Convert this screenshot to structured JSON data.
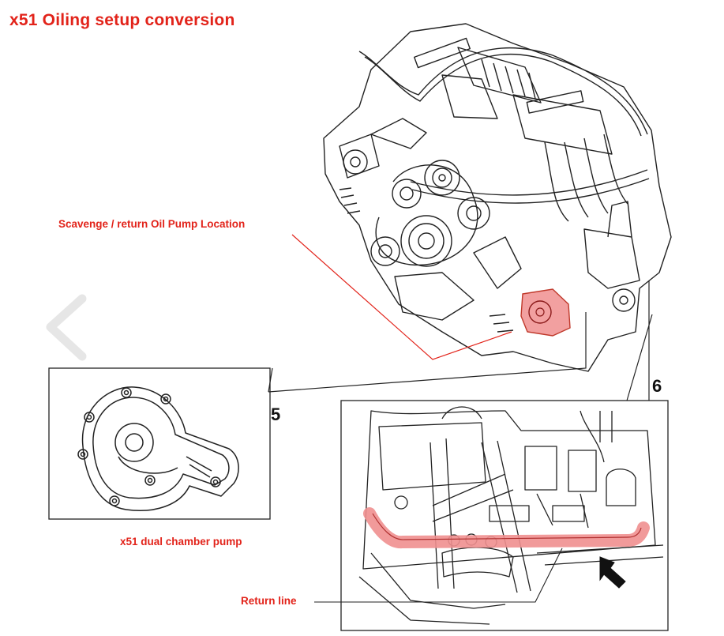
{
  "title": "x51 Oiling setup conversion",
  "callouts": {
    "scavenge": "Scavenge / return Oil Pump Location",
    "pump": "x51 dual chamber pump",
    "return_line": "Return line"
  },
  "panels": {
    "pump_number": "5",
    "return_number": "6"
  },
  "icons": {
    "nav": "chevron-left-icon",
    "arrow": "pointer-arrow-icon"
  },
  "colors": {
    "accent": "#e2231a",
    "highlight": "#f08f8f",
    "line": "#222222"
  }
}
